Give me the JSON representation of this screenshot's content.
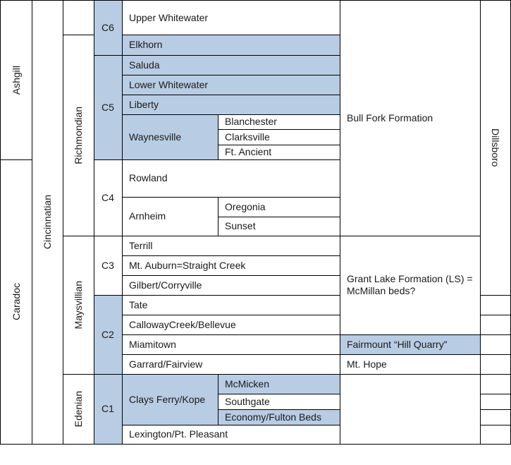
{
  "series": {
    "ashgill": "Ashgill",
    "caradoc": "Caradoc"
  },
  "system": {
    "cincinnatian": "Cincinnatian"
  },
  "stages": {
    "richmondian": "Richmondian",
    "maysvillian": "Maysvillian",
    "edenian": "Edenian"
  },
  "sequences": {
    "c6": "C6",
    "c5": "C5",
    "c4": "C4",
    "c3": "C3",
    "c2": "C2",
    "c1": "C1"
  },
  "formations": {
    "upper_whitewater": "Upper Whitewater",
    "elkhorn": "Elkhorn",
    "saluda": "Saluda",
    "lower_whitewater": "Lower Whitewater",
    "liberty": "Liberty",
    "waynesville": "Waynesville",
    "rowland": "Rowland",
    "arnheim": "Arnheim",
    "terrill": "Terrill",
    "mt_auburn": "Mt. Auburn=Straight Creek",
    "gilbert": "Gilbert/Corryville",
    "tate": "Tate",
    "calloway": "CallowayCreek/Bellevue",
    "miamitown": "Miamitown",
    "garrard": "Garrard/Fairview",
    "clays_ferry": "Clays Ferry/Kope",
    "lexington": "Lexington/Pt. Pleasant"
  },
  "members": {
    "blanchester": "Blanchester",
    "clarksville": "Clarksville",
    "ft_ancient": "Ft. Ancient",
    "oregonia": "Oregonia",
    "sunset": "Sunset",
    "mcmicken": "McMicken",
    "southgate": "Southgate",
    "economy": "Economy/Fulton Beds"
  },
  "kentucky": {
    "bull_fork": "Bull Fork Formation",
    "grant_lake": "Grant Lake Formation (LS) = McMillan beds?",
    "fairmount": "Fairmount “Hill Quarry”",
    "mt_hope": "Mt. Hope"
  },
  "indiana": {
    "dillsboro": "Dillsboro"
  },
  "colors": {
    "highlight": "#b8cce4",
    "border": "#000000",
    "background": "#ffffff"
  }
}
